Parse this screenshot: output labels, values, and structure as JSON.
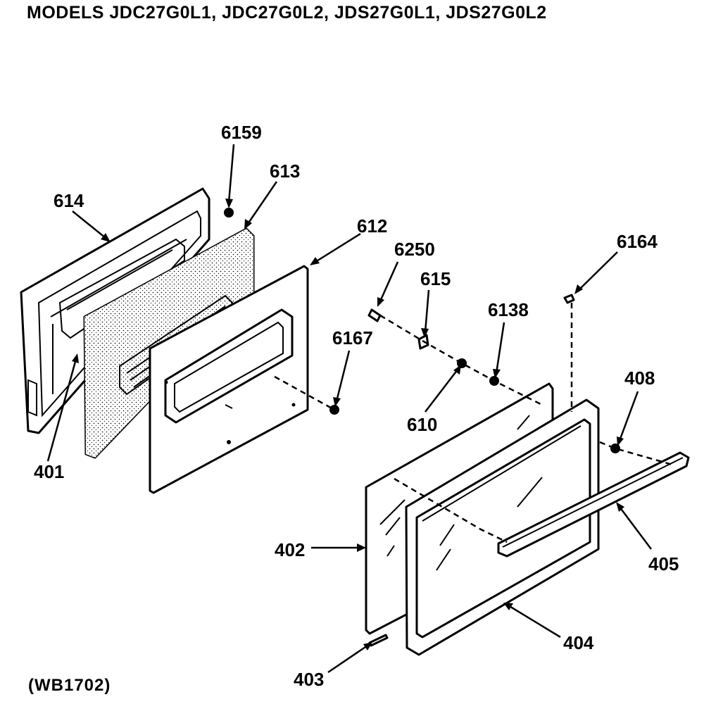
{
  "header": {
    "title": "MODELS JDC27G0L1, JDC27G0L2, JDS27G0L1, JDS27G0L2"
  },
  "footer": {
    "code": "(WB1702)"
  },
  "callouts": [
    {
      "id": "6159",
      "label": "6159"
    },
    {
      "id": "613",
      "label": "613"
    },
    {
      "id": "614",
      "label": "614"
    },
    {
      "id": "612",
      "label": "612"
    },
    {
      "id": "6250",
      "label": "6250"
    },
    {
      "id": "615",
      "label": "615"
    },
    {
      "id": "6164",
      "label": "6164"
    },
    {
      "id": "6138",
      "label": "6138"
    },
    {
      "id": "6167",
      "label": "6167"
    },
    {
      "id": "408",
      "label": "408"
    },
    {
      "id": "610",
      "label": "610"
    },
    {
      "id": "401",
      "label": "401"
    },
    {
      "id": "402",
      "label": "402"
    },
    {
      "id": "405",
      "label": "405"
    },
    {
      "id": "404",
      "label": "404"
    },
    {
      "id": "403",
      "label": "403"
    }
  ]
}
